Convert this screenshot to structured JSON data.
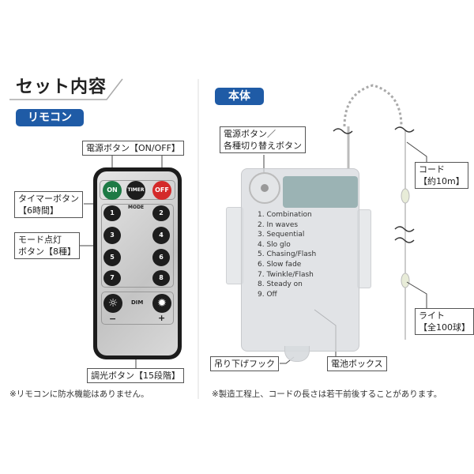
{
  "title": "セット内容",
  "remote": {
    "badge": "リモコン",
    "power_label": "電源ボタン【ON/OFF】",
    "timer_label": [
      "タイマーボタン",
      "【6時間】"
    ],
    "mode_label": [
      "モード点灯",
      "ボタン【8種】"
    ],
    "dim_label": "調光ボタン【15段階】",
    "buttons": {
      "on": "ON",
      "timer": "TIMER",
      "off": "OFF",
      "mode": "MODE",
      "dim": "DIM",
      "minus": "−",
      "plus": "+",
      "numbers": [
        "1",
        "2",
        "3",
        "4",
        "5",
        "6",
        "7",
        "8"
      ]
    },
    "colors": {
      "on": "#1d7a45",
      "off": "#d42a2a",
      "badge": "#1f5ba6"
    },
    "note": "※リモコンに防水機能はありません。"
  },
  "unit": {
    "badge": "本体",
    "power_label": [
      "電源ボタン／",
      "各種切り替えボタン"
    ],
    "modes": [
      "1. Combination",
      "2. In waves",
      "3. Sequential",
      "4. Slo glo",
      "5. Chasing/Flash",
      "6. Slow fade",
      "7. Twinkle/Flash",
      "8. Steady on",
      "9. Off"
    ],
    "cord_label": [
      "コード",
      "【約10m】"
    ],
    "light_label": [
      "ライト",
      "【全100球】"
    ],
    "hook_label": "吊り下げフック",
    "battery_label": "電池ボックス",
    "note": "※製造工程上、コードの長さは若干前後することがあります。"
  }
}
